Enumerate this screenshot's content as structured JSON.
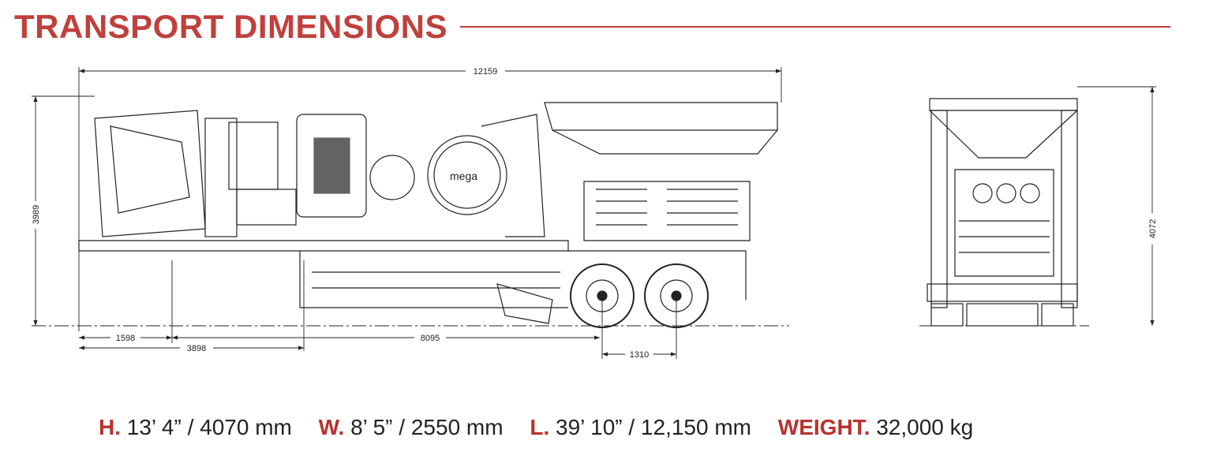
{
  "title": "TRANSPORT DIMENSIONS",
  "drawing": {
    "logo_text": "mega",
    "dimensions": {
      "overall_length": "12159",
      "height_side": "3989",
      "height_rear": "4072",
      "front_offset": "1598",
      "front_to_axle": "3898",
      "wheelbase_span": "8095",
      "axle_spacing": "1310"
    }
  },
  "specs": [
    {
      "key": "H.",
      "value": "13’ 4” / 4070 mm"
    },
    {
      "key": "W.",
      "value": "8’ 5” / 2550 mm"
    },
    {
      "key": "L.",
      "value": "39’ 10” / 12,150 mm"
    },
    {
      "key": "WEIGHT.",
      "value": "32,000 kg"
    }
  ],
  "colors": {
    "accent": "#c0403c"
  }
}
